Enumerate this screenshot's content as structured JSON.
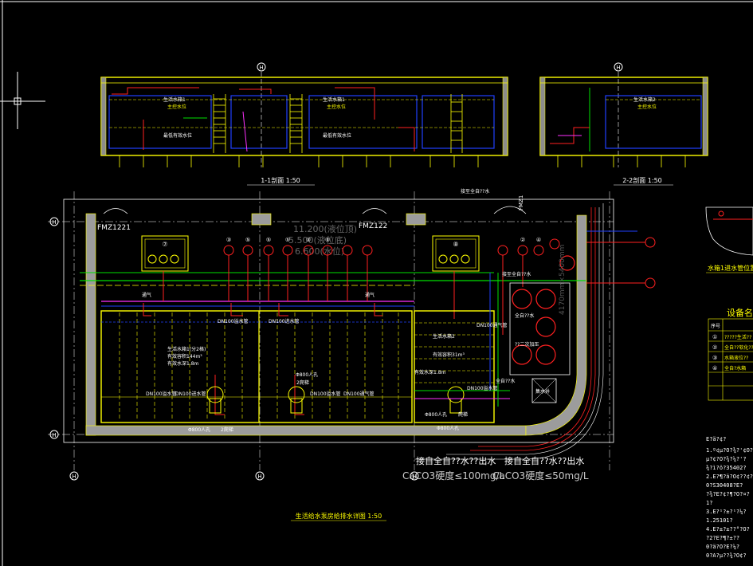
{
  "colors": {
    "background": "#000000",
    "wall": "#ffff00",
    "wall_fill": "#9c9c9c",
    "pipe_red": "#ff2020",
    "pipe_green": "#00e000",
    "pipe_blue": "#2040ff",
    "pipe_magenta": "#ff30ff",
    "pipe_cyan": "#00e0e0",
    "text_white": "#ffffff",
    "text_yellow": "#ffff00"
  },
  "section_views": {
    "section_1": {
      "title": "1-1剖面 1:50",
      "axis": "H",
      "labels": [
        "生活水箱1",
        "主控水位",
        "最低有效水位"
      ]
    },
    "section_2": {
      "title": "2-2剖面 1:50",
      "axis": "H",
      "labels": [
        "生活水箱2",
        "主控水位"
      ]
    }
  },
  "plan": {
    "title": "生活给水泵房给排水详图 1:50",
    "door_left": "FMZ1221",
    "door_mid": "FMZ122",
    "door_right": "FMZ1",
    "elevation_1": "11.200(液位顶)",
    "elevation_2": "5.500(液位底)",
    "elevation_3": "6.600(水位)",
    "outlet_note": "接至全自??水",
    "tank1_label": "生活水箱1(分2格)",
    "tank1_volume": "有效容积144m³",
    "tank1_height": "有效水深1.8m",
    "tank2_label": "生活水箱2",
    "tank2_volume": "有效容积31m³",
    "tank2_height": "有效水深1.8m",
    "pipe_dn100_a": "DN100溢水管",
    "pipe_dn100_b": "DN100进水管",
    "pipe_dn100_c": "DN100溢水管",
    "pipe_dn100_d": "DN100进水管",
    "pipe_dn100_e": "DN100溢水管",
    "pipe_dn100_f": "DN100通气管",
    "pipe_dn100_g": "DN100通气管",
    "pipe_dn100_h": "DN100溢水管",
    "manhole_1": "Φ800人孔",
    "manhole_2": "Φ800人孔",
    "manhole_3": "Φ800人孔",
    "manhole_4": "Φ800人孔",
    "ladder_1": "2爬梯",
    "ladder_2": "2爬梯",
    "ladder_3": "爬梯",
    "vent_label": "通气",
    "pit_label": "集水井",
    "pump_note_1": "接至全自??水",
    "pump_note_2": "全自??水",
    "pump_note_3": "??二次加压",
    "pump_note_4": "全自??水",
    "vertical_note": "4170mm×5400mm",
    "bottom_note_1a": "接自全自??水??出水",
    "bottom_note_1b": "CaCO3硬度≤100mg/L",
    "bottom_note_2a": "接自全自??水??出水",
    "bottom_note_2b": "CaCO3硬度≤50mg/L",
    "axis_labels": [
      "H",
      "H",
      "H",
      "H",
      "H"
    ],
    "valve_numbers": [
      "③",
      "⑤",
      "⑤",
      "⑤",
      "③",
      "③",
      "②",
      "④"
    ],
    "equipment_numbers": [
      "⑦",
      "⑧"
    ]
  },
  "side_panel": {
    "detail_label": "水箱1进水管位置",
    "equipment_table_title": "设备名",
    "table_header": "序号",
    "rows": [
      {
        "no": "①",
        "name": "?????生活??"
      },
      {
        "no": "②",
        "name": "全自??软化??"
      },
      {
        "no": "③",
        "name": "水箱液位??"
      },
      {
        "no": "④",
        "name": "全自?水箱"
      }
    ],
    "notes_heading": "E?ä?¢?",
    "notes": [
      "1.º¢µ?O?¾?'¢O?",
      "µ?¢?O?¾?¼?'?",
      "¾?ì?ö?35402?",
      "2.E?¶?ä?O¢??¢?",
      "0?S30408?E?",
      "?¾?E?¢?¶?O?¤?",
      "1?",
      "3.E?¹?±?¹?¼?",
      "1.25101?",
      "4.E?±?±??°?O?",
      "?2?E?¶?±??",
      "0?ä?O?E?¼?",
      "0?A?µ??¾?O¢?"
    ]
  }
}
